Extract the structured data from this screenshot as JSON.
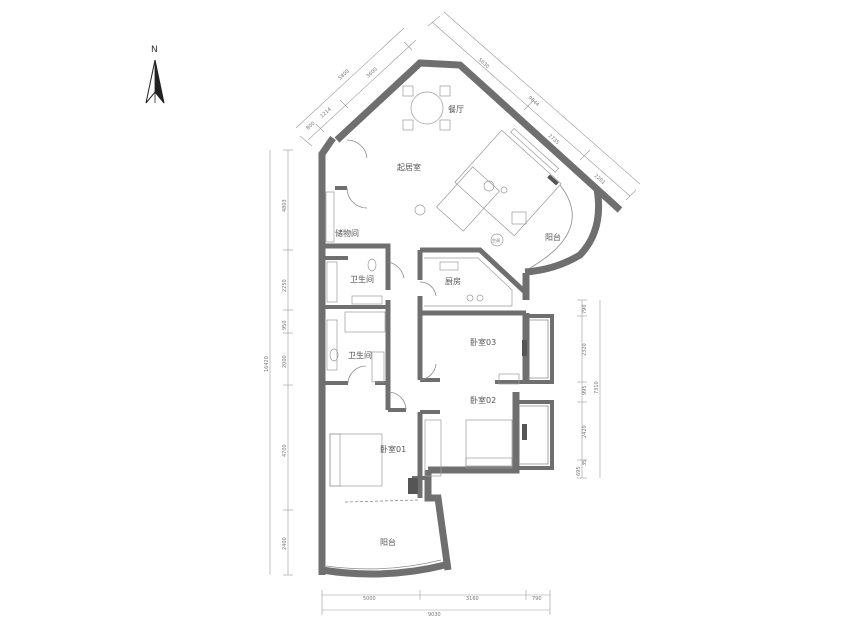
{
  "compass": {
    "label": "N"
  },
  "rooms": {
    "dining": "餐厅",
    "living": "起居室",
    "storage": "储物间",
    "balcony_east": "阳台",
    "bath1": "卫生间",
    "kitchen": "厨房",
    "bath2": "卫生间",
    "bedroom03": "卧室03",
    "bedroom02": "卧室02",
    "bedroom01": "卧室01",
    "balcony_south": "阳台",
    "ac_label": "空调"
  },
  "dimensions": {
    "top_left": [
      "800",
      "1214",
      "3600",
      "5800"
    ],
    "top_right": [
      "5630",
      "9844",
      "2735",
      "2201"
    ],
    "left": [
      "4803",
      "2250",
      "950",
      "2000",
      "4700",
      "2400",
      "16420"
    ],
    "right": [
      "790",
      "2320",
      "995",
      "2420",
      "35",
      "695",
      "7310"
    ],
    "bottom": [
      "5000",
      "3160",
      "790",
      "9030"
    ]
  }
}
